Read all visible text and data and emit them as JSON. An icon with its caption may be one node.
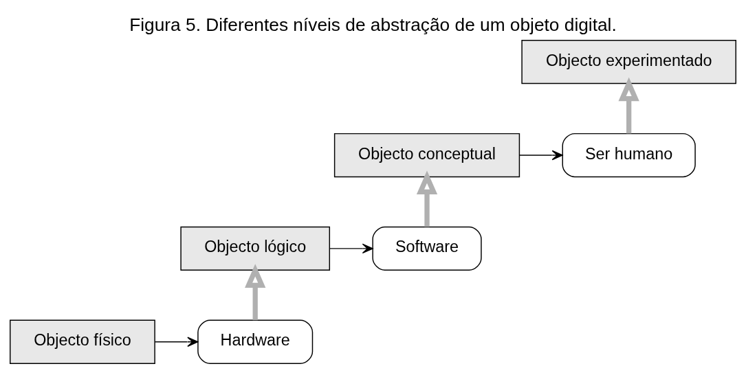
{
  "diagram": {
    "title": "Figura 5. Diferentes níveis de abstração de um objeto digital.",
    "nodes": [
      {
        "text": [
          "Objecto experimentado"
        ]
      },
      {
        "text": [
          "Objecto conceptual"
        ]
      },
      {
        "text": [
          "Ser humano"
        ]
      },
      {
        "text": [
          "Objecto lógico"
        ]
      },
      {
        "text": [
          "Software"
        ]
      },
      {
        "text": [
          "Objecto físico"
        ]
      },
      {
        "text": [
          "Hardware"
        ]
      }
    ],
    "edges": [
      {
        "from": 5,
        "to": 6,
        "arrow": "to"
      },
      {
        "from": 6,
        "to": 3,
        "arrow": "to",
        "style": "thick",
        "color": "#b0b0b0"
      },
      {
        "from": 3,
        "to": 4,
        "arrow": "to"
      },
      {
        "from": 4,
        "to": 1,
        "arrow": "to",
        "style": "thick",
        "color": "#b0b0b0"
      },
      {
        "from": 1,
        "to": 2,
        "arrow": "to"
      },
      {
        "from": 2,
        "to": 0,
        "arrow": "to",
        "style": "thick",
        "color": "#b0b0b0"
      }
    ]
  }
}
